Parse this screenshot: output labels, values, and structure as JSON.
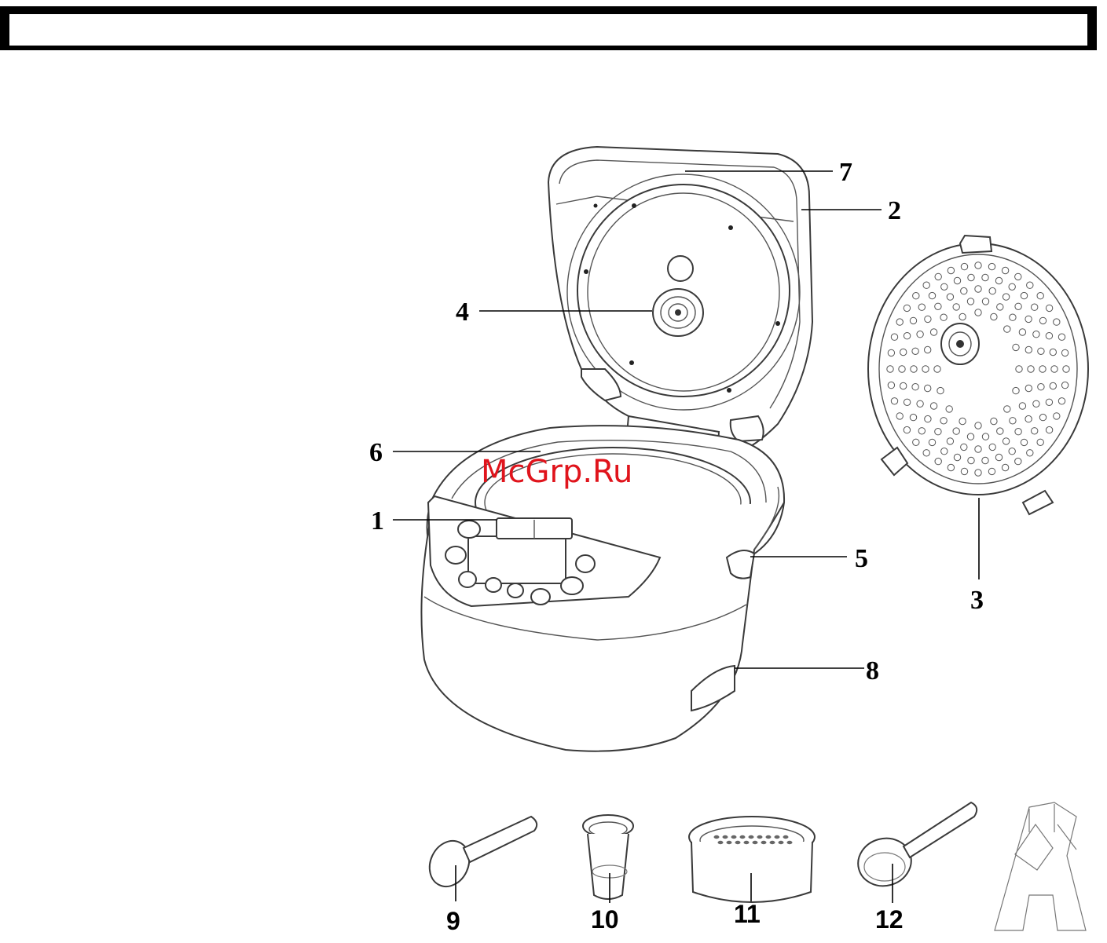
{
  "watermark": "McGrp.Ru",
  "callouts": {
    "c1": "1",
    "c2": "2",
    "c3": "3",
    "c4": "4",
    "c5": "5",
    "c6": "6",
    "c7": "7",
    "c8": "8"
  },
  "accessories": {
    "a9": "9",
    "a10": "10",
    "a11": "11",
    "a12": "12"
  },
  "colors": {
    "watermark": "#e0141c",
    "outline": "#3a3a3a"
  }
}
